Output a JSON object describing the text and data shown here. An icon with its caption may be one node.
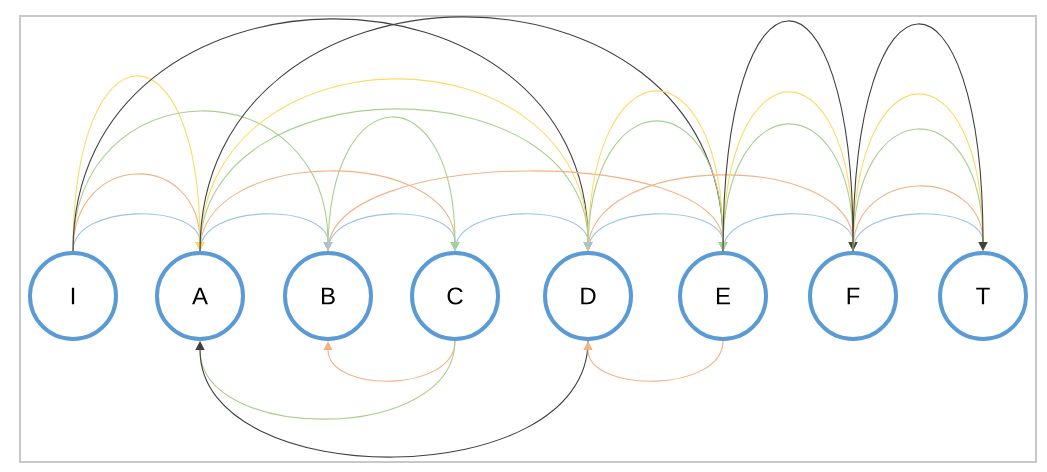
{
  "diagram": {
    "nodes": [
      {
        "text": [
          "I"
        ]
      },
      {
        "text": [
          "A"
        ]
      },
      {
        "text": [
          "B"
        ]
      },
      {
        "text": [
          "C"
        ]
      },
      {
        "text": [
          "D"
        ]
      },
      {
        "text": [
          "E"
        ]
      },
      {
        "text": [
          "F"
        ]
      },
      {
        "text": [
          "T"
        ]
      }
    ],
    "edges": [
      {
        "from": 0,
        "to": 1,
        "arrow": "to",
        "color": "#9dc3e6"
      },
      {
        "from": 0,
        "to": 1,
        "arrow": "to",
        "color": "#f4b183"
      },
      {
        "from": 0,
        "to": 1,
        "arrow": "to",
        "color": "#ffd966"
      },
      {
        "from": 0,
        "to": 2,
        "arrow": "to",
        "color": "#a9d18e"
      },
      {
        "from": 0,
        "to": 4,
        "arrow": "to",
        "color": "#404040"
      },
      {
        "from": 1,
        "to": 2,
        "arrow": "to",
        "color": "#9dc3e6"
      },
      {
        "from": 1,
        "to": 3,
        "arrow": "to",
        "color": "#f4b183"
      },
      {
        "from": 1,
        "to": 4,
        "arrow": "to",
        "color": "#ffd966"
      },
      {
        "from": 1,
        "to": 4,
        "arrow": "to",
        "color": "#a9d18e"
      },
      {
        "from": 1,
        "to": 5,
        "arrow": "to",
        "color": "#404040"
      },
      {
        "from": 2,
        "to": 3,
        "arrow": "to",
        "color": "#9dc3e6"
      },
      {
        "from": 2,
        "to": 3,
        "arrow": "to",
        "color": "#a9d18e"
      },
      {
        "from": 2,
        "to": 5,
        "arrow": "to",
        "color": "#f4b183"
      },
      {
        "from": 3,
        "to": 4,
        "arrow": "to",
        "color": "#9dc3e6"
      },
      {
        "from": 4,
        "to": 5,
        "arrow": "to",
        "color": "#9dc3e6"
      },
      {
        "from": 4,
        "to": 5,
        "arrow": "to",
        "color": "#ffd966"
      },
      {
        "from": 4,
        "to": 5,
        "arrow": "to",
        "color": "#a9d18e"
      },
      {
        "from": 4,
        "to": 6,
        "arrow": "to",
        "color": "#f4b183"
      },
      {
        "from": 5,
        "to": 6,
        "arrow": "to",
        "color": "#9dc3e6"
      },
      {
        "from": 5,
        "to": 6,
        "arrow": "to",
        "color": "#ffd966"
      },
      {
        "from": 5,
        "to": 6,
        "arrow": "to",
        "color": "#a9d18e"
      },
      {
        "from": 5,
        "to": 6,
        "arrow": "to",
        "color": "#404040"
      },
      {
        "from": 6,
        "to": 7,
        "arrow": "to",
        "color": "#9dc3e6"
      },
      {
        "from": 6,
        "to": 7,
        "arrow": "to",
        "color": "#f4b183"
      },
      {
        "from": 6,
        "to": 7,
        "arrow": "to",
        "color": "#a9d18e"
      },
      {
        "from": 6,
        "to": 7,
        "arrow": "to",
        "color": "#ffd966"
      },
      {
        "from": 6,
        "to": 7,
        "arrow": "to",
        "color": "#404040"
      },
      {
        "from": 3,
        "to": 2,
        "arrow": "to",
        "color": "#f4b183"
      },
      {
        "from": 3,
        "to": 1,
        "arrow": "to",
        "color": "#a9d18e"
      },
      {
        "from": 4,
        "to": 1,
        "arrow": "to",
        "color": "#404040"
      },
      {
        "from": 5,
        "to": 4,
        "arrow": "to",
        "color": "#f4b183"
      }
    ]
  }
}
